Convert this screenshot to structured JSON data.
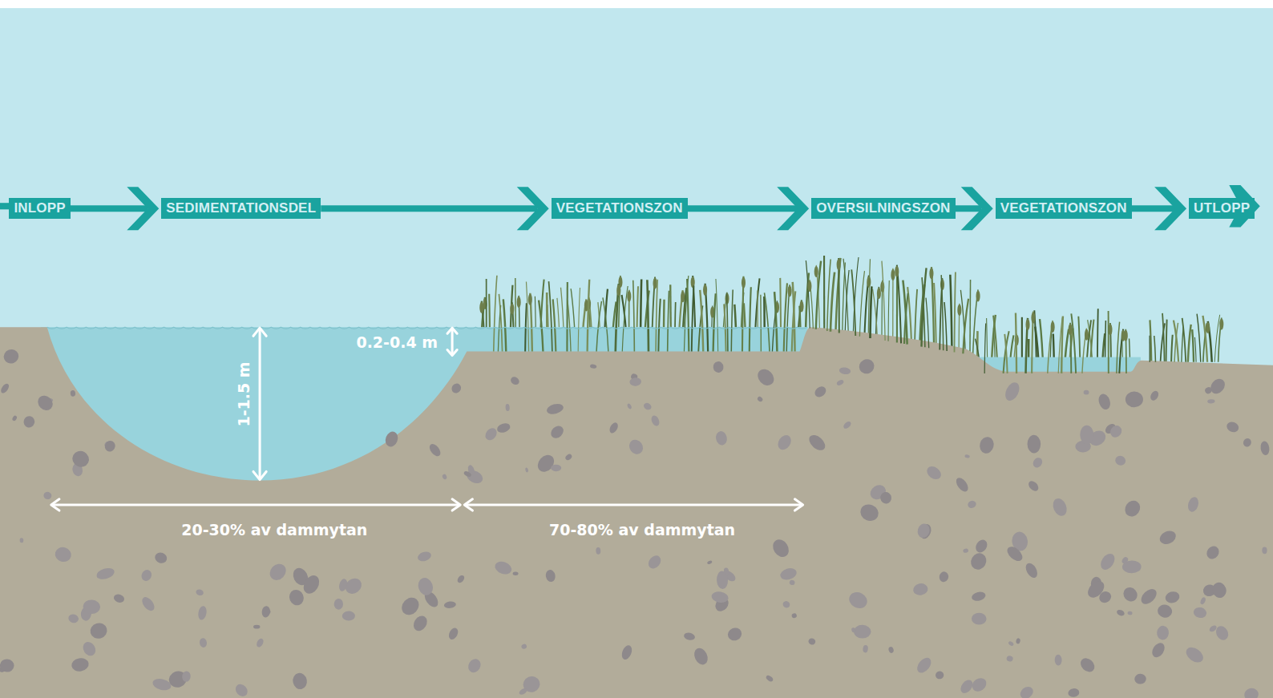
{
  "diagram": {
    "nodes": [
      {
        "text": [
          "INLOPP"
        ]
      },
      {
        "text": [
          "SEDIMENTATIONSDEL"
        ]
      },
      {
        "text": [
          "VEGETATIONSZON"
        ]
      },
      {
        "text": [
          "OVERSILNINGSZON"
        ]
      },
      {
        "text": [
          "VEGETATIONSZON"
        ]
      },
      {
        "text": [
          "UTLOPP"
        ]
      }
    ],
    "edges": [
      {
        "from": 0,
        "to": 1,
        "arrow": "to"
      },
      {
        "from": 1,
        "to": 2,
        "arrow": "to"
      },
      {
        "from": 2,
        "to": 3,
        "arrow": "to"
      },
      {
        "from": 3,
        "to": 4,
        "arrow": "to"
      },
      {
        "from": 4,
        "to": 5,
        "arrow": "to"
      }
    ],
    "labels": [
      "1-1.5 m",
      "0.2-0.4 m",
      "20-30% av dammytan",
      "70-80% av dammytan"
    ]
  }
}
